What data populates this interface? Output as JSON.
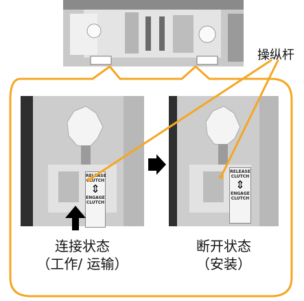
{
  "callout": {
    "label": "操纵杆"
  },
  "panels": [
    {
      "caption_line1": "连接状态",
      "caption_line2": "（工作/ 运输）",
      "sticker": {
        "top": "RELEASE CLUTCH",
        "bottom": "ENGAGE CLUTCH"
      }
    },
    {
      "caption_line1": "断开状态",
      "caption_line2": "（安装）",
      "sticker": {
        "top": "RELEASE CLUTCH",
        "bottom": "ENGAGE CLUTCH"
      }
    }
  ],
  "colors": {
    "frame": "#f5a623",
    "callout_line": "#f5a623",
    "arrow": "#000000"
  },
  "icons": [
    "right-arrow-icon",
    "up-arrow-icon"
  ]
}
